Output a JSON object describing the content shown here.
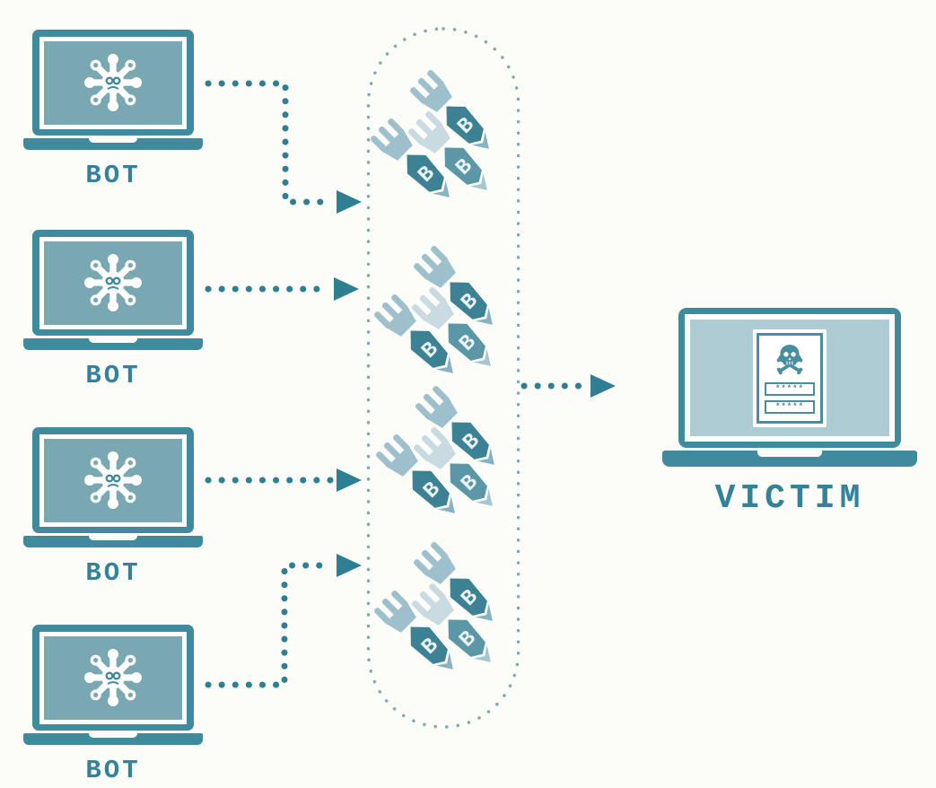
{
  "bots": [
    {
      "label": "BOT"
    },
    {
      "label": "BOT"
    },
    {
      "label": "BOT"
    },
    {
      "label": "BOT"
    }
  ],
  "victim": {
    "label": "VICTIM",
    "password_field_1": "*****",
    "password_field_2": "*****"
  },
  "bombs": {
    "letter": "B",
    "cluster_count": 4,
    "bombs_per_cluster": 3
  },
  "icons": {
    "bot_screen": "virus-malware-icon",
    "payload": "bomb-icon",
    "victim_screen": "skull-crossbones-icon",
    "connector": "dotted-arrow-icon",
    "channel": "dotted-capsule-boundary"
  },
  "colors": {
    "teal_primary": "#3f8a9c",
    "teal_text": "#33829a",
    "arrow": "#2f7f93",
    "bot_screen_fill": "#79a8b2",
    "victim_screen_fill": "#adccd4",
    "bomb_body": "#3d8194",
    "bomb_fin": "#9dc0cc",
    "bomb_fin_faded": "#c9dae0",
    "bomb_nose": "#86b3c1",
    "capsule_dots": "#85a7b1",
    "background": "#fcfcf8"
  }
}
